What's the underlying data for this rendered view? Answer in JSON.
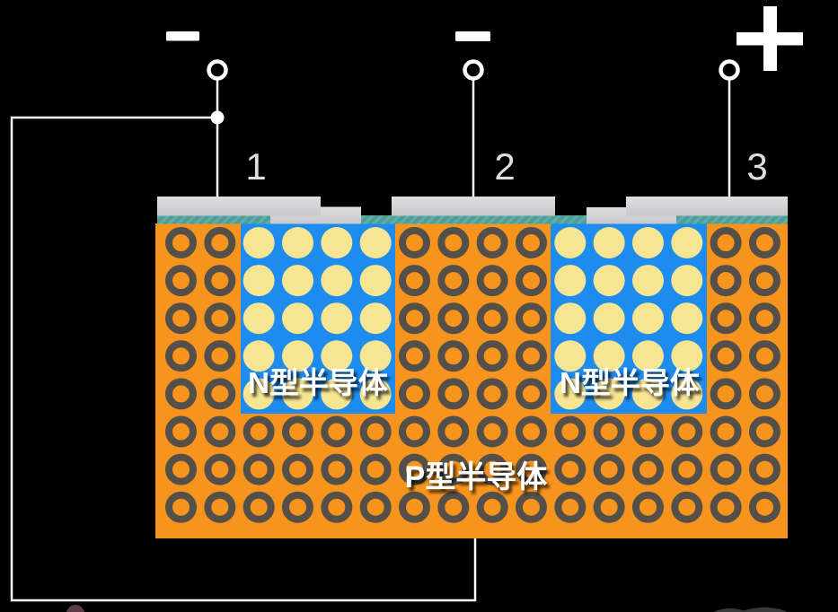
{
  "diagram": {
    "terminals": [
      {
        "label": "1",
        "polarity": "minus",
        "polarity_symbol": "−"
      },
      {
        "label": "2",
        "polarity": "minus",
        "polarity_symbol": "−"
      },
      {
        "label": "3",
        "polarity": "plus",
        "polarity_symbol": "+"
      }
    ],
    "regions": {
      "n1": {
        "label": "N型半导体",
        "type": "N"
      },
      "n2": {
        "label": "N型半导体",
        "type": "N"
      },
      "p": {
        "label": "P型半导体",
        "type": "P"
      }
    },
    "particles": {
      "hole_marker": "dark-ring",
      "electron_marker": "yellow-disc"
    },
    "colors": {
      "background": "#000000",
      "p_body": "#F7941E",
      "n_region": "#1E8CEF",
      "hole_ring": "#544F48",
      "electron": "#F6E592",
      "oxide": "#4E9E97",
      "oxide_hatch": "#62AFA7",
      "metal_light": "#DFDFE1",
      "metal_dark": "#C8C8CB",
      "wire": "#FFFFFF",
      "label_text": "#FFFFFF",
      "number_text": "#DFDFDF",
      "watermark_left": "#5A3D44",
      "watermark_right": "#3A3A3A"
    }
  }
}
